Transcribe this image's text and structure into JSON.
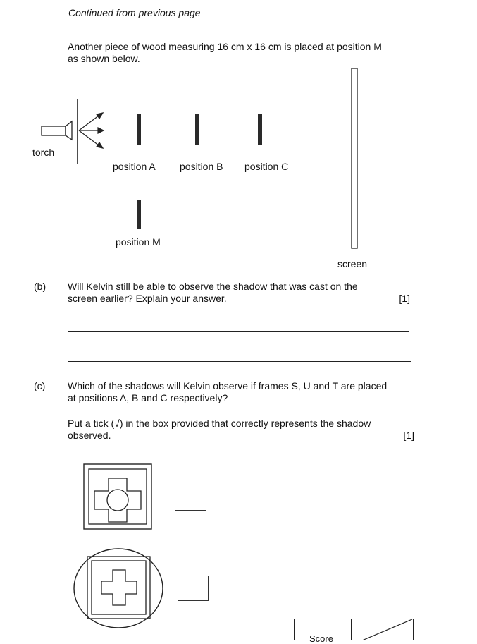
{
  "header": {
    "continued": "Continued from previous page"
  },
  "intro": {
    "line1": "Another piece of wood measuring 16 cm x 16 cm is placed at position M",
    "line2": "as shown below."
  },
  "diagram": {
    "torch_label": "torch",
    "position_a": "position A",
    "position_b": "position B",
    "position_c": "position C",
    "position_m": "position M",
    "screen_label": "screen"
  },
  "question_b": {
    "label": "(b)",
    "line1": "Will Kelvin still be able to observe the shadow that was cast on the",
    "line2": "screen earlier? Explain your answer.",
    "marks": "[1]"
  },
  "question_c": {
    "label": "(c)",
    "line1": "Which of the shadows will Kelvin observe if frames S, U and T are placed",
    "line2": "at positions A, B and C respectively?",
    "inst1": "Put a tick (√) in the box provided that correctly represents the shadow",
    "inst2": "observed.",
    "marks": "[1]"
  },
  "score_box": {
    "label": "Score"
  }
}
